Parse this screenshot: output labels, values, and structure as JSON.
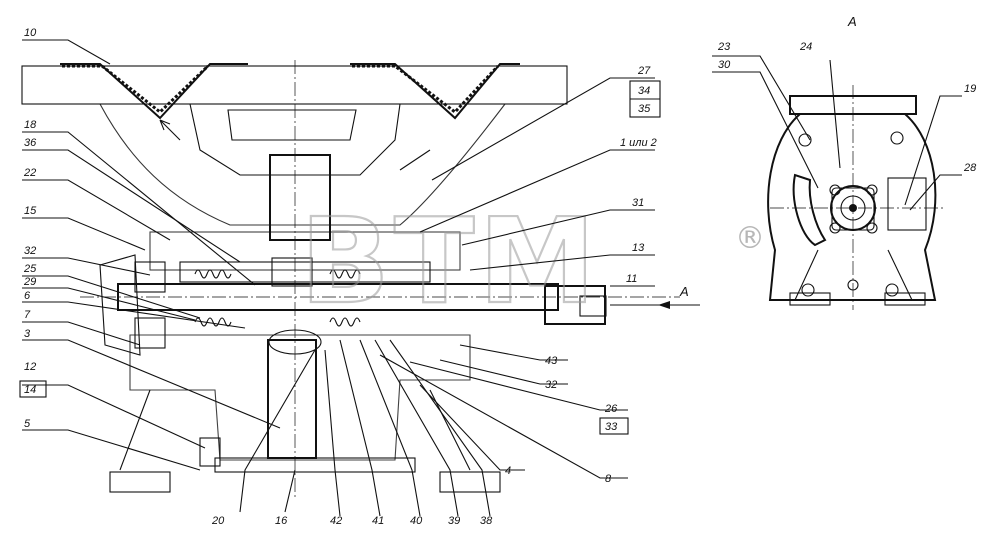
{
  "drawing": {
    "view_label": "A",
    "watermark": "BTM",
    "watermark_mark": "®",
    "labels": {
      "l10": "10",
      "l18": "18",
      "l36": "36",
      "l22": "22",
      "l15": "15",
      "l32a": "32",
      "l25": "25",
      "l29": "29",
      "l6": "6",
      "l7": "7",
      "l3": "3",
      "l12": "12",
      "l14": "14",
      "l5": "5",
      "l27": "27",
      "l34": "34",
      "l35": "35",
      "l1or2": "1 или 2",
      "l31": "31",
      "l13": "13",
      "l11": "11",
      "lA": "A",
      "l43": "43",
      "l32b": "32",
      "l26": "26",
      "l33": "33",
      "l4": "4",
      "l8": "8",
      "l20": "20",
      "l16": "16",
      "l42": "42",
      "l41": "41",
      "l40": "40",
      "l39": "39",
      "l38": "38",
      "l23": "23",
      "l30": "30",
      "l24": "24",
      "l19": "19",
      "l28": "28"
    }
  }
}
